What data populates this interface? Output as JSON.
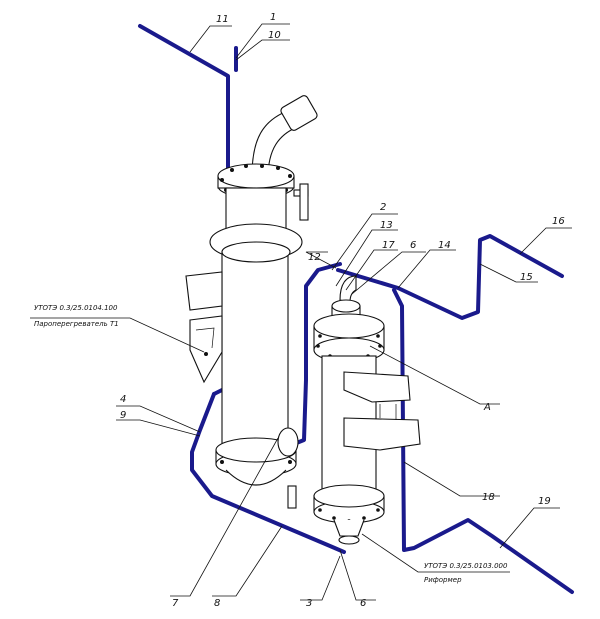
{
  "drawing": {
    "superheater_code": "УТОТЭ 0.3/25.0104.100",
    "superheater_name": "Пароперегреватель Т1",
    "reformer_code": "УТОТЭ 0.3/25.0103.000",
    "reformer_name": "Риформер",
    "view_label": "А"
  },
  "callouts": [
    "11",
    "1",
    "10",
    "2",
    "13",
    "17",
    "6",
    "14",
    "12",
    "16",
    "15",
    "4",
    "9",
    "18",
    "19",
    "7",
    "8",
    "3",
    "6"
  ],
  "colors": {
    "pipe": "#1a1a8c",
    "line": "#111111"
  }
}
